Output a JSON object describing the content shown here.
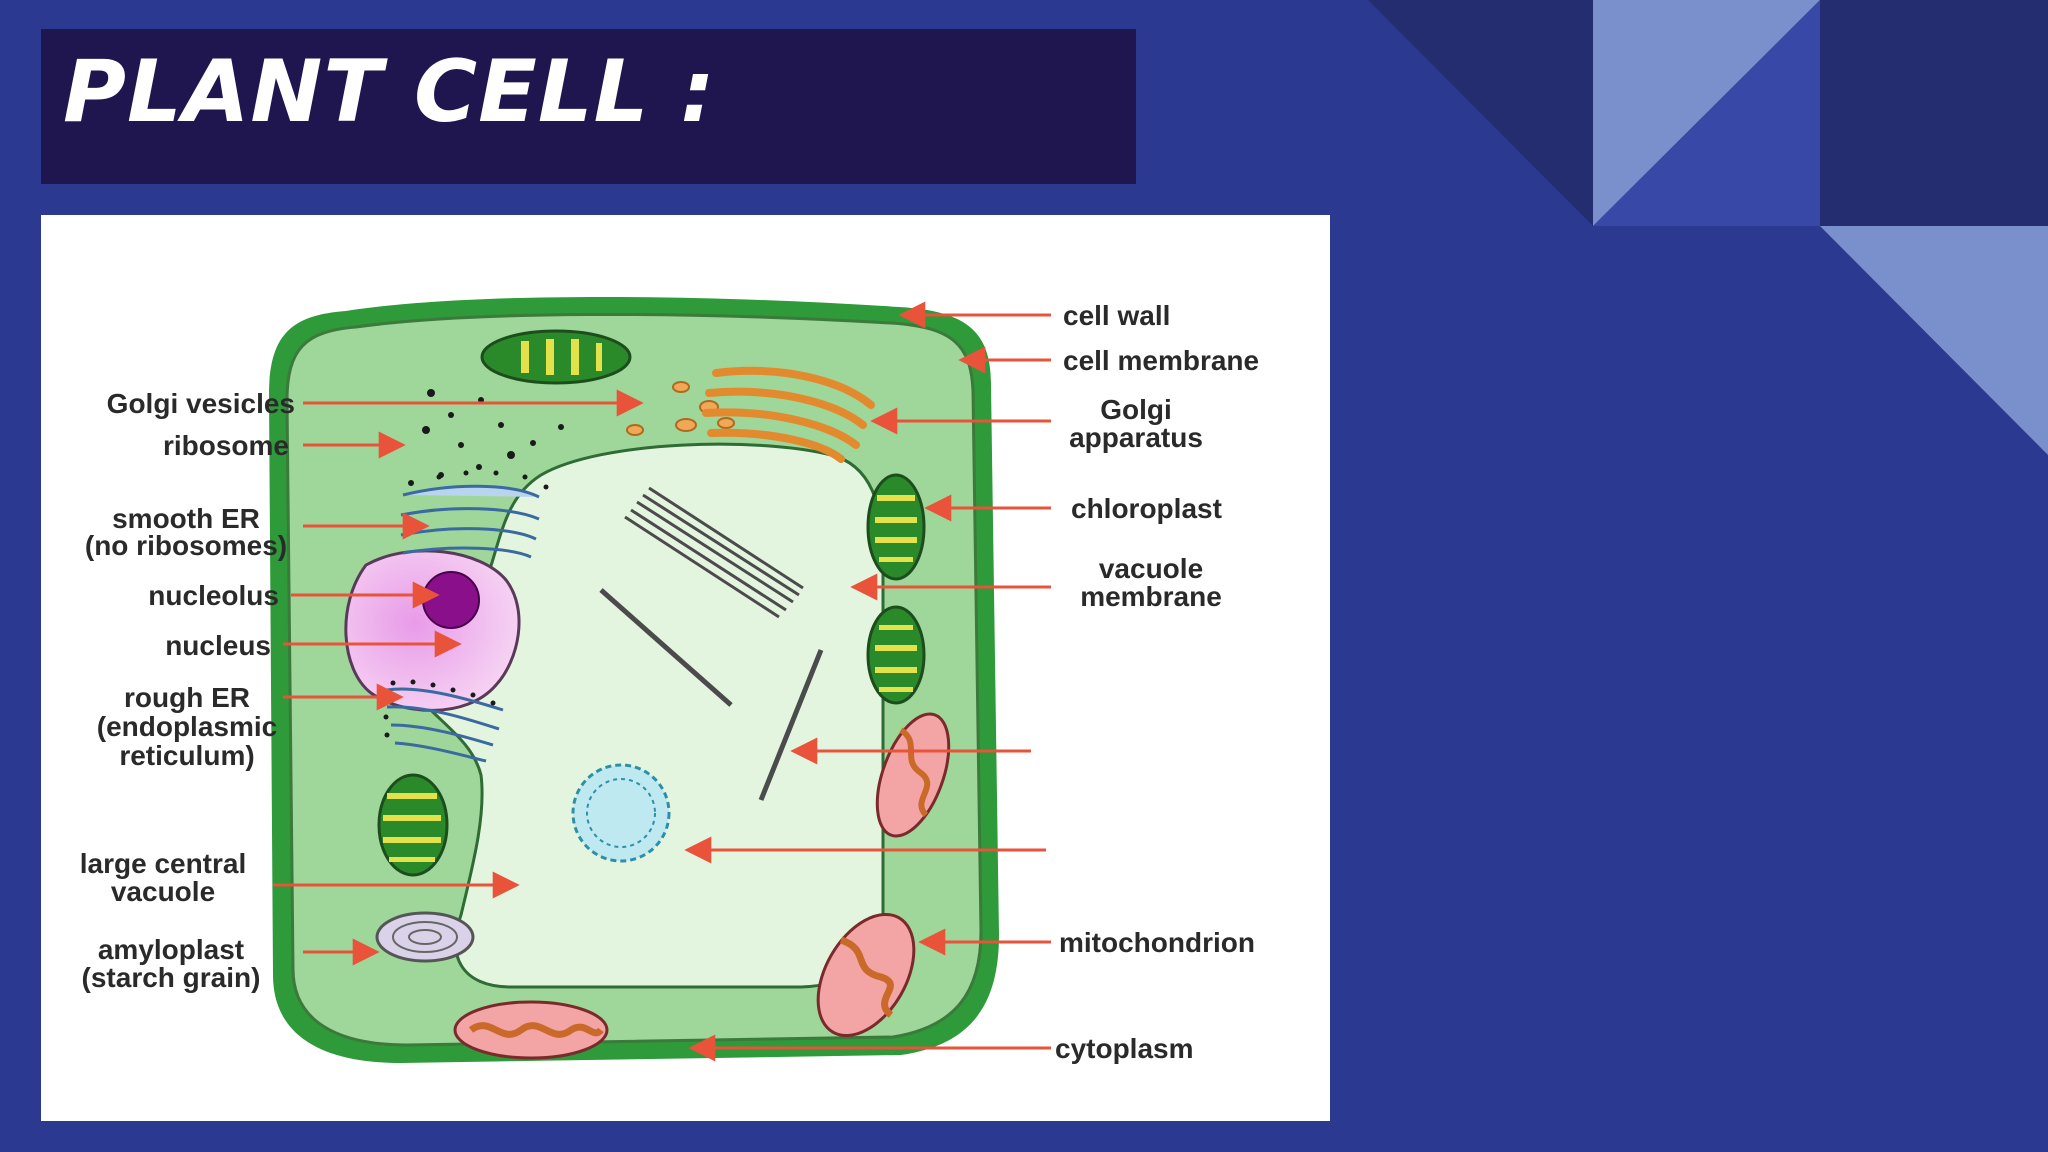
{
  "title": "PLANT CELL :",
  "colors": {
    "background": "#2b3990",
    "title_bar": "#20164f",
    "title_text": "#ffffff",
    "cell_wall": "#2e9a3a",
    "cytoplasm": "#9fd69a",
    "vacuole": "#e4f5df",
    "arrow": "#e8533a"
  },
  "diagram": {
    "labels": {
      "golgi_vesicles": "Golgi vesicles",
      "ribosome": "ribosome",
      "smooth_er_1": "smooth ER",
      "smooth_er_2": "(no ribosomes)",
      "nucleolus": "nucleolus",
      "nucleus": "nucleus",
      "rough_er_1": "rough ER",
      "rough_er_2": "(endoplasmic",
      "rough_er_3": "reticulum)",
      "large_vacuole_1": "large central",
      "large_vacuole_2": "vacuole",
      "amyloplast_1": "amyloplast",
      "amyloplast_2": "(starch grain)",
      "cell_wall": "cell wall",
      "cell_membrane": "cell membrane",
      "golgi_apparatus_1": "Golgi",
      "golgi_apparatus_2": "apparatus",
      "chloroplast": "chloroplast",
      "vacuole_membrane_1": "vacuole",
      "vacuole_membrane_2": "membrane",
      "mitochondrion": "mitochondrion",
      "cytoplasm": "cytoplasm"
    },
    "icons": [
      "cell-wall",
      "chloroplast",
      "mitochondrion",
      "nucleus",
      "golgi-apparatus",
      "crystal",
      "amyloplast"
    ]
  }
}
